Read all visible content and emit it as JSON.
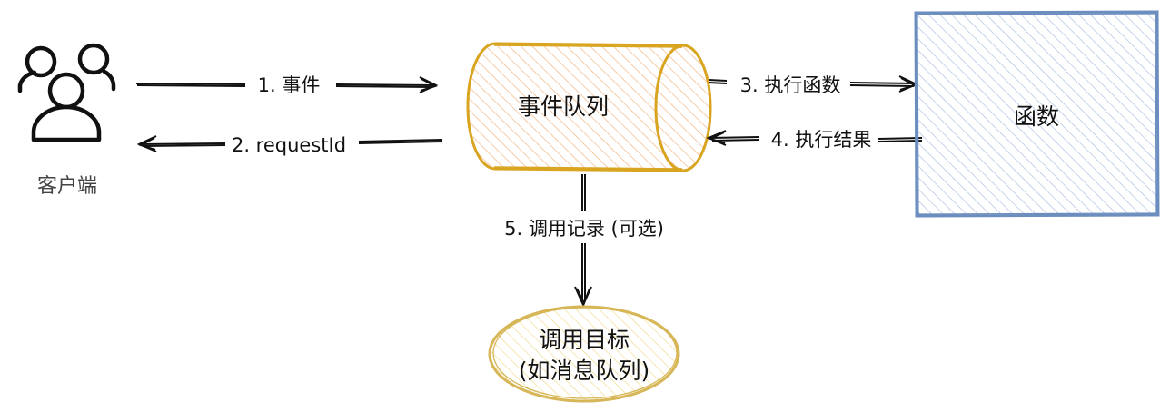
{
  "nodes": {
    "client": {
      "label": "客户端",
      "icon": "users-icon"
    },
    "queue": {
      "label": "事件队列",
      "fill": "#fde9c3",
      "stroke": "#d9a520"
    },
    "function": {
      "label": "函数",
      "fill": "#dce6f7",
      "stroke": "#6c8ebf"
    },
    "target": {
      "label_line1": "调用目标",
      "label_line2": "(如消息队列)",
      "fill": "#fdf3cf",
      "stroke": "#d6b656"
    }
  },
  "edges": [
    {
      "id": "e1",
      "label": "1. 事件"
    },
    {
      "id": "e2",
      "label": "2. requestId"
    },
    {
      "id": "e3",
      "label": "3. 执行函数"
    },
    {
      "id": "e4",
      "label": "4. 执行结果"
    },
    {
      "id": "e5",
      "label": "5. 调用记录 (可选)"
    }
  ]
}
